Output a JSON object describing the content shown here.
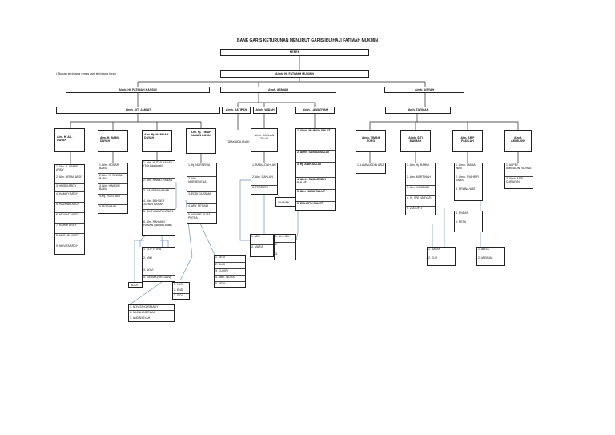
{
  "title": "BANE GARIS KETURUNAN MENURUT GARIS IBU HAJI FATIMAH MUKMIN",
  "note": "( Bukan terbilang emas tapi terbilang besi)",
  "root": "NENEK",
  "level1": "Almh. Hj. FATIMAH MUKMIN",
  "level2": [
    "Almh. Hj. FATIMAH KASSIM",
    "Almh. ASMIAH",
    "Almh. AISYAH"
  ],
  "level3": [
    "Almh. SITI JAMIAT",
    "Almh. SATIPAN",
    "Almh. WIDAH",
    "Almh. LAWATIYAH",
    "Almh. TATIMAH"
  ],
  "level4": [
    "Alm. H. AK. DAYAH",
    "Alm. H. BAMU DAYAH",
    "Alm. Hj. HAMNAH DAYAH",
    "Alm. Hj. TIMAH HAMAN DAYAH",
    "TIDAK ADA ANAK",
    "Almh. DAHLAN TALIB",
    "Almh. TIMAH SORO",
    "Almh. SITI MAIMAH",
    "Alm. ARIF PADILAH",
    "Almh. AMIRUDIN"
  ],
  "lawatiyah_children": [
    "1. Almh. MAIMAH SULUT",
    "2. Almh. SABINA SULUT",
    "3. Hj. ANIK SULUT",
    "4. Almh. SAMARUDIN SULUT",
    "5. Alm. NURU SULUT",
    "6. ZULKIFLI SULUT"
  ],
  "lists": {
    "ak_dayah": [
      "1. Alm. H. HAMID ARDY",
      "2. Alm. HERMI ARDY",
      "3. HUSNI ARDY",
      "4. HAMDY ARDY",
      "5. HAZMAH ARDY",
      "6. HIDAYAT ARDY",
      "7. RAHMI ARDY",
      "8. HUSAINI ARDY",
      "9. NOVITA ARDY"
    ],
    "bamu_dayah": [
      "1. Alm. HOSAR BAMU",
      "2. Alm. H. SINGAL BAMU",
      "3. Alm. HAMDIN BAMU",
      "4. Hj. ROSTIANI",
      "5. ROSMAINI"
    ],
    "hamnah_dayah": [
      "1. Alm. HUTMI HANAN (Tdk Ada Anak)",
      "2. Alm. HAMID HANAN",
      "3. HAMDAN HANAN",
      "4. Alm. BAHDER JOHAN HANAN",
      "5. SURYAWATI HANAN",
      "6. Alm. RAHMAN HANAN (tdk ada anak)"
    ],
    "timah_dayah": [
      "1. Hj. NURSENIA",
      "2. Alm. NURHELIENA",
      "3. EDDI GUSSMA",
      "4. ARY SETIADI",
      "5. ASNIDE NURA PUTRA"
    ],
    "dahlan_talib": [
      "1. RADIA DAHLAN",
      "2. Alm. DAHLAN",
      "3. FEBRIENI"
    ],
    "timah_soro": [
      "1. LAMMUDDIN AZIZ"
    ],
    "siti_maimah": [
      "1. Alm. Hj. RAHMI",
      "2. Alm. MARTINAH",
      "3. Alm. HAMIDAH",
      "4. Hj. SRI HARYATI",
      "5. ZULKIFLI"
    ],
    "arif_padilah": [
      "1. Almh. IRAMA WATI",
      "2. Almh. SYAHRIR YAMA",
      "3. ERLINA WATI",
      "4. ENDAR",
      "5. RETA"
    ],
    "amirudin": [
      "1. ASPET AMIRUDIN NORMA",
      "2. Almh. ASTI DURAYAN"
    ]
  },
  "grand": {
    "g1": [
      "1. EDY FITRA",
      "2. MIKI",
      "3. NOVI",
      "4. DARMA (DR. DAN)"
    ],
    "g2": [
      "1. DEDI",
      "2. BUDI",
      "3. CUKIRI",
      "4. ABD. INDRA",
      "5. DEVI"
    ],
    "g3": [
      "1. NOVITA KURNIADY",
      "2. NILDA ANDRIANI",
      "3. ANDANSYAH"
    ],
    "g4": [
      "1. ADE",
      "2. MUTIA"
    ],
    "g5": [
      "1. Alm. IBU",
      "2.",
      "3."
    ],
    "g6": [
      "1. IDMAN",
      "2. ELVI"
    ],
    "g7": [
      "1. ANITA",
      "2. ANDRIAL"
    ],
    "g8": [
      "1. LUSI",
      "2. ENDI",
      "3. DIDI"
    ],
    "single_budi": "BUDI",
    "single_ikhwan": "IKHWAN"
  }
}
